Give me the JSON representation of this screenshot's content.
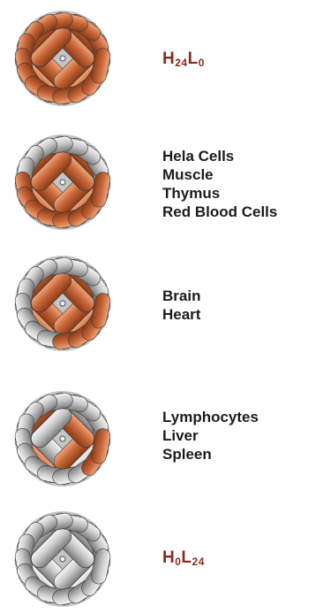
{
  "colors": {
    "h_subunit": "#c8683a",
    "h_subunit_dark": "#8c3b17",
    "l_subunit": "#c9c9c9",
    "l_subunit_dark": "#7c7c7c",
    "formula_color": "#8a2a1e"
  },
  "rows": [
    {
      "h_count": 24,
      "formula": {
        "h_letter": "H",
        "h_sub": "24",
        "l_letter": "L",
        "l_sub": "0"
      }
    },
    {
      "h_count": 16,
      "labels": [
        "Hela Cells",
        "Muscle",
        "Thymus",
        "Red Blood Cells"
      ]
    },
    {
      "h_count": 12,
      "labels": [
        "Brain",
        "Heart"
      ]
    },
    {
      "h_count": 6,
      "labels": [
        "Lymphocytes",
        "Liver",
        "Spleen"
      ]
    },
    {
      "h_count": 0,
      "formula": {
        "h_letter": "H",
        "h_sub": "0",
        "l_letter": "L",
        "l_sub": "24"
      }
    }
  ]
}
